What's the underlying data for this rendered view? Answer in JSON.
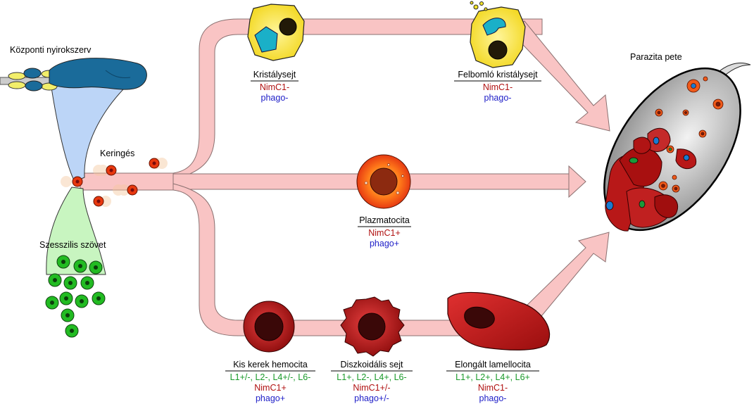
{
  "labels": {
    "central_lymph": "Központi nyirokszerv",
    "circulation": "Keringés",
    "sessile_tissue": "Szesszilis szövet",
    "parasite_egg": "Parazita pete"
  },
  "cells": {
    "crystal": {
      "name": "Kristálysejt",
      "nimc1": "NimC1-",
      "phago": "phago-"
    },
    "crystal_lysed": {
      "name": "Felbomló kristálysejt",
      "nimc1": "NimC1-",
      "phago": "phago-"
    },
    "plasmatocyte": {
      "name": "Plazmatocita",
      "nimc1": "NimC1+",
      "phago": "phago+"
    },
    "small_round": {
      "name": "Kis kerek hemocita",
      "markers": "L1+/-, L2-, L4+/-, L6-",
      "nimc1": "NimC1+",
      "phago": "phago+"
    },
    "discoidal": {
      "name": "Diszkoidális sejt",
      "markers": "L1+, L2-, L4+, L6-",
      "nimc1": "NimC1+/-",
      "phago": "phago+/-"
    },
    "lamellocyte": {
      "name": "Elongált lamellocita",
      "markers": "L1+, L2+, L4+, L6+",
      "nimc1": "NimC1-",
      "phago": "phago-"
    }
  },
  "colors": {
    "pathway": "#f9c4c4",
    "pathway_edge": "#8a7070",
    "nimc1_text": "#b01010",
    "phago_text": "#2020c8",
    "marker_text": "#1a9a2a",
    "crystal_fill": "#f6e52a",
    "plasmatocyte_fill": "#f05a1a",
    "hemocyte_fill": "#b81818"
  }
}
